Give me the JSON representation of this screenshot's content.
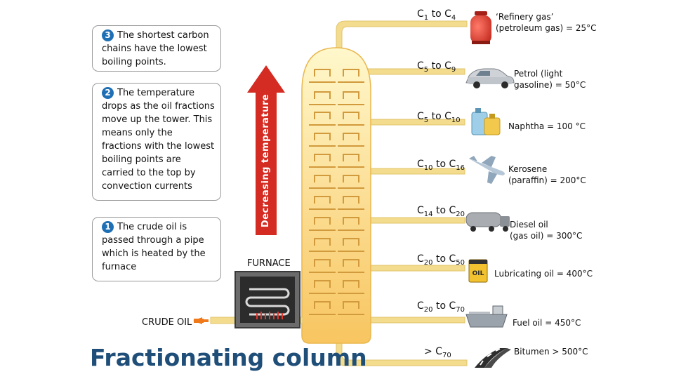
{
  "title": "Fractionating column",
  "steps": [
    {
      "num": "3",
      "text": "The shortest carbon chains have the lowest boiling points."
    },
    {
      "num": "2",
      "text": "The temperature drops as the oil fractions move up the tower. This means only the fractions with the lowest boiling points are carried to the top by convection currents"
    },
    {
      "num": "1",
      "text": "The crude oil is passed through a pipe which is heated by the furnace"
    }
  ],
  "arrow_label": "Decreasing temperature",
  "furnace_label": "FURNACE",
  "crude_oil_label": "CRUDE OIL",
  "fractions": [
    {
      "chain_base": "C",
      "chain_from": "1",
      "chain_mid": " to C",
      "chain_to": "4",
      "product_line1": "‘Refinery gas’",
      "product_line2": "(petroleum gas) = 25°C",
      "icon": "gas-cylinder-icon"
    },
    {
      "chain_base": "C",
      "chain_from": "5",
      "chain_mid": " to C",
      "chain_to": "9",
      "product_line1": "Petrol (light",
      "product_line2": "gasoline) = 50°C",
      "icon": "car-icon"
    },
    {
      "chain_base": "C",
      "chain_from": "5",
      "chain_mid": " to C",
      "chain_to": "10",
      "product_line1": "Naphtha = 100 °C",
      "product_line2": "",
      "icon": "chemical-bottles-icon"
    },
    {
      "chain_base": "C",
      "chain_from": "10",
      "chain_mid": " to C",
      "chain_to": "16",
      "product_line1": "Kerosene",
      "product_line2": "(paraffin) = 200°C",
      "icon": "airplane-icon"
    },
    {
      "chain_base": "C",
      "chain_from": "14",
      "chain_mid": " to C",
      "chain_to": "20",
      "product_line1": "Diesel oil",
      "product_line2": "(gas oil) = 300°C",
      "icon": "tanker-truck-icon"
    },
    {
      "chain_base": "C",
      "chain_from": "20",
      "chain_mid": " to C",
      "chain_to": "50",
      "product_line1": "Lubricating oil = 400°C",
      "product_line2": "",
      "icon": "oil-can-icon"
    },
    {
      "chain_base": "C",
      "chain_from": "20",
      "chain_mid": " to C",
      "chain_to": "70",
      "product_line1": "Fuel oil = 450°C",
      "product_line2": "",
      "icon": "ship-icon"
    },
    {
      "chain_base": "> C",
      "chain_from": "",
      "chain_mid": "",
      "chain_to": "70",
      "product_line1": "Bitumen > 500°C",
      "product_line2": "",
      "icon": "road-icon"
    }
  ],
  "oil_can_text": "OIL",
  "colors": {
    "column_top": "#fff8cc",
    "column_bottom": "#f8c560",
    "pipe": "#f3dc8d",
    "arrow": "#d42b22",
    "step_number": "#1f6fb5",
    "title": "#1f4e79"
  }
}
